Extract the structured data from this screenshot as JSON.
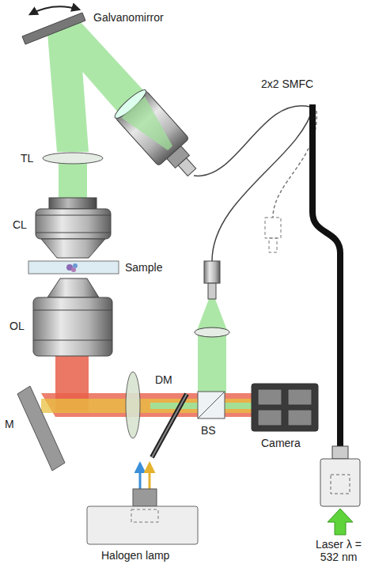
{
  "diagram": {
    "labels": [
      "Galvanomirror",
      "2x2 SMFC",
      "TL",
      "CL",
      "Sample",
      "OL",
      "DM",
      "M",
      "BS",
      "Camera",
      "Laser λ = 532 nm",
      "Halogen lamp"
    ]
  }
}
